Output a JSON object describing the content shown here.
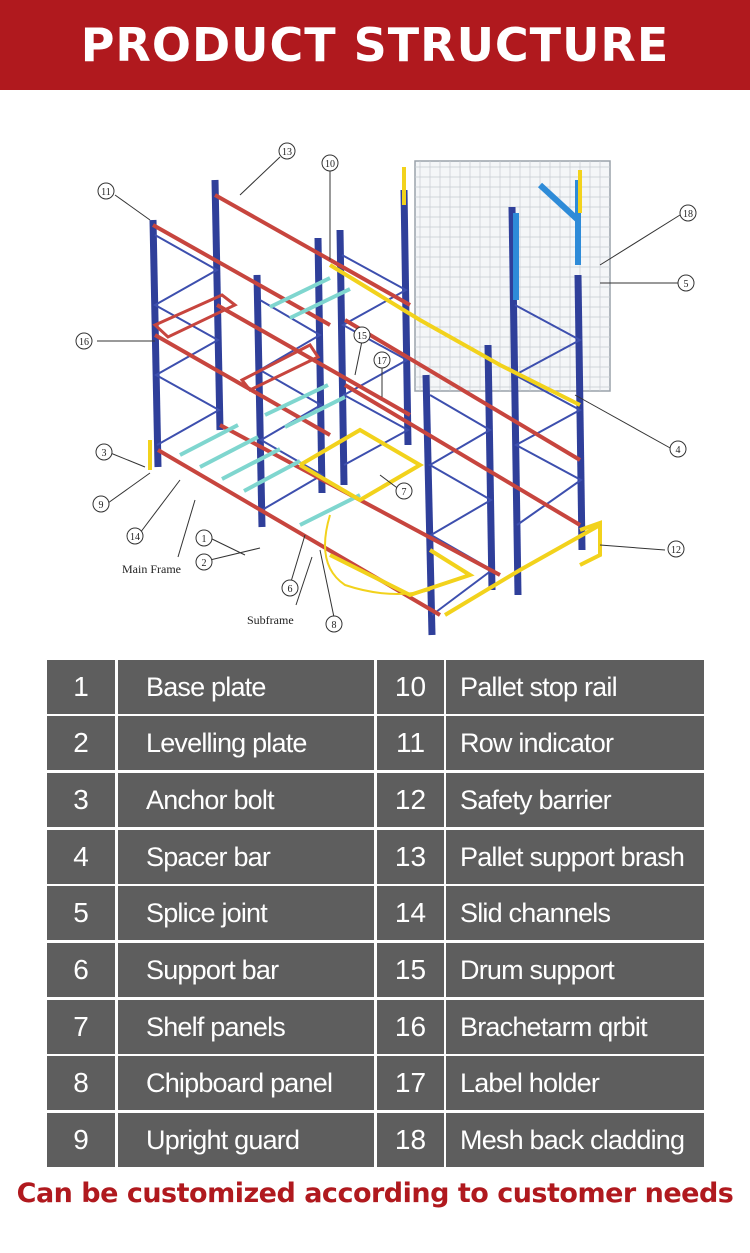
{
  "header": {
    "title": "PRODUCT STRUCTURE"
  },
  "diagram": {
    "callouts": [
      "1",
      "2",
      "3",
      "4",
      "5",
      "6",
      "7",
      "8",
      "9",
      "10",
      "11",
      "12",
      "13",
      "14",
      "15",
      "16",
      "17",
      "18"
    ],
    "main_frame_label": "Main Frame",
    "subframe_label": "Subframe"
  },
  "parts": [
    {
      "num": "1",
      "label": "Base plate"
    },
    {
      "num": "2",
      "label": "Levelling plate"
    },
    {
      "num": "3",
      "label": "Anchor bolt"
    },
    {
      "num": "4",
      "label": "Spacer bar"
    },
    {
      "num": "5",
      "label": "Splice joint"
    },
    {
      "num": "6",
      "label": "Support bar"
    },
    {
      "num": "7",
      "label": "Shelf panels"
    },
    {
      "num": "8",
      "label": "Chipboard panel"
    },
    {
      "num": "9",
      "label": "Upright guard"
    },
    {
      "num": "10",
      "label": "Pallet stop rail"
    },
    {
      "num": "11",
      "label": "Row indicator"
    },
    {
      "num": "12",
      "label": "Safety  barrier"
    },
    {
      "num": "13",
      "label": "Pallet support brash"
    },
    {
      "num": "14",
      "label": "Slid channels"
    },
    {
      "num": "15",
      "label": "Drum support"
    },
    {
      "num": "16",
      "label": "Brachetarm qrbit"
    },
    {
      "num": "17",
      "label": "Label holder"
    },
    {
      "num": "18",
      "label": "Mesh back cladding"
    }
  ],
  "footer": {
    "text": "Can be customized according to customer needs"
  },
  "colors": {
    "banner": "#b0191e",
    "cell": "#5e5e5e",
    "upright": "#2f3f9a",
    "beam": "#c7453e",
    "accent_yellow": "#f2d21c",
    "accent_cyan": "#7fd6cf",
    "cladding_blue": "#2e8bd8"
  }
}
